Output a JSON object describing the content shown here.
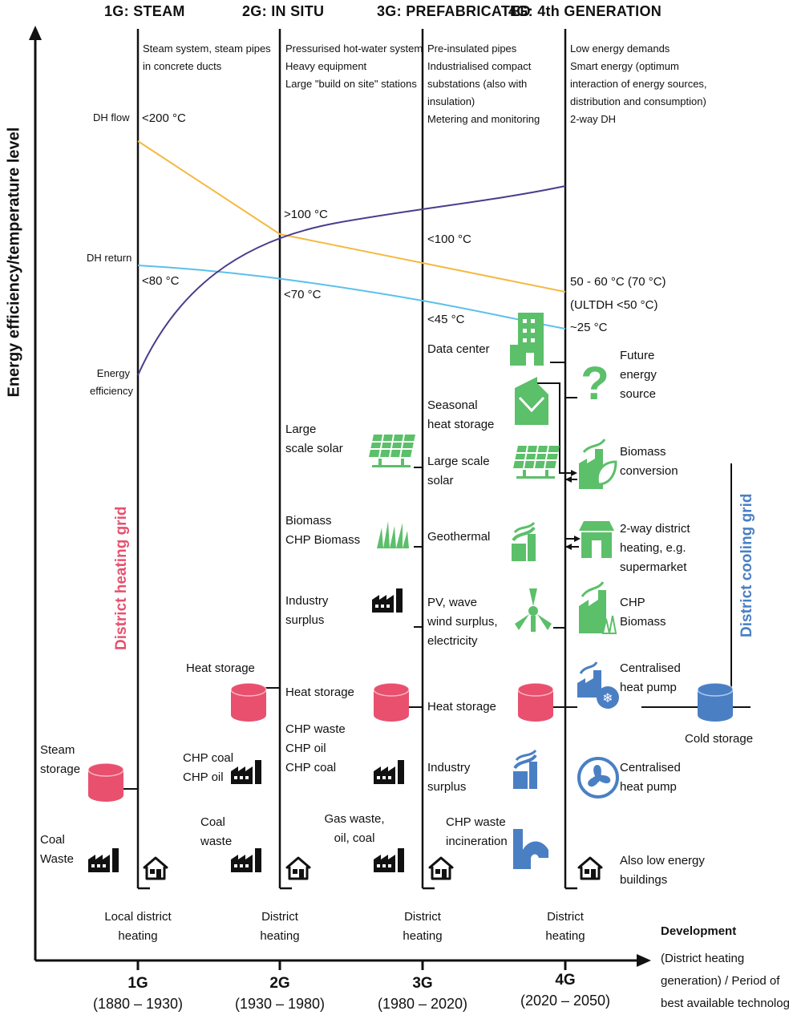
{
  "axes": {
    "y_label": "Energy efficiency/temperature level",
    "x_label_bold": "Development",
    "x_label_rest": "(District heating\ngeneration) / Period of\nbest available technology"
  },
  "generations": [
    {
      "header": "1G: STEAM",
      "bottom_label": "1G",
      "period": "(1880 – 1930)",
      "description": "Steam system, steam pipes\nin concrete ducts",
      "network": "Local district\nheating"
    },
    {
      "header": "2G: IN SITU",
      "bottom_label": "2G",
      "period": "(1930 – 1980)",
      "description": "Pressurised hot-water system\nHeavy equipment\nLarge \"build on site\" stations",
      "network": "District\nheating"
    },
    {
      "header": "3G: PREFABRICATED",
      "bottom_label": "3G",
      "period": "(1980 – 2020)",
      "description": "Pre-insulated pipes\nIndustrialised compact\nsubstations (also with\ninsulation)\nMetering and monitoring",
      "network": "District\nheating"
    },
    {
      "header": "4G: 4th GENERATION",
      "bottom_label": "4G",
      "period": "(2020 – 2050)",
      "description": "Low energy demands\nSmart energy (optimum\ninteraction of energy sources,\ndistribution and consumption)\n2-way DH",
      "network": "District\nheating"
    }
  ],
  "left_labels": {
    "dh_flow": "DH flow",
    "dh_return": "DH return",
    "energy_efficiency": "Energy\nefficiency"
  },
  "temperatures": {
    "g1_flow": "<200 °C",
    "g1_return": "<80 °C",
    "g2_flow": ">100 °C",
    "g2_return": "<70 °C",
    "g3_flow": "<100 °C",
    "g3_return": "<45 °C",
    "g4_flow": "50 - 60 °C (70 °C)",
    "g4_ultdh": "(ULTDH <50 °C)",
    "g4_return": "~25 °C"
  },
  "grids": {
    "heating": "District heating grid",
    "cooling": "District cooling grid"
  },
  "g1_items": {
    "steam_storage": "Steam\nstorage",
    "coal_waste": "Coal\nWaste"
  },
  "g2_items": {
    "heat_storage": "Heat storage",
    "chp_coal_oil": "CHP coal\nCHP oil",
    "coal_waste": "Coal\nwaste"
  },
  "g3_items": {
    "large_solar": "Large\nscale solar",
    "biomass": "Biomass\nCHP Biomass",
    "industry_surplus": "Industry\nsurplus",
    "heat_storage": "Heat storage",
    "chp_waste": "CHP waste\nCHP oil\nCHP coal",
    "gas_waste": "Gas waste,\noil, coal"
  },
  "g4_left_items": {
    "data_center": "Data center",
    "seasonal": "Seasonal\nheat storage",
    "large_solar": "Large scale\nsolar",
    "geothermal": "Geothermal",
    "pv_wave": "PV, wave\nwind surplus,\nelectricity",
    "heat_storage": "Heat storage",
    "industry_surplus": "Industry\nsurplus",
    "chp_waste_incin": "CHP waste\nincineration"
  },
  "g4_right_items": {
    "future": "Future\nenergy\nsource",
    "biomass_conv": "Biomass\nconversion",
    "two_way": "2-way district\nheating, e.g.\nsupermarket",
    "chp_biomass": "CHP\nBiomass",
    "central_hp1": "Centralised\nheat pump",
    "cold_storage": "Cold storage",
    "central_hp2": "Centralised\nheat pump",
    "low_energy": "Also low energy\nbuildings"
  },
  "colors": {
    "flow": "#f5b942",
    "return": "#5bc0eb",
    "efficiency": "#4b3c8c",
    "heating_grid": "#e8506e",
    "cooling_grid": "#4a7fc4",
    "green_icon": "#5cbf6a",
    "blue_icon": "#4a7fc4",
    "storage": "#e8506e"
  }
}
